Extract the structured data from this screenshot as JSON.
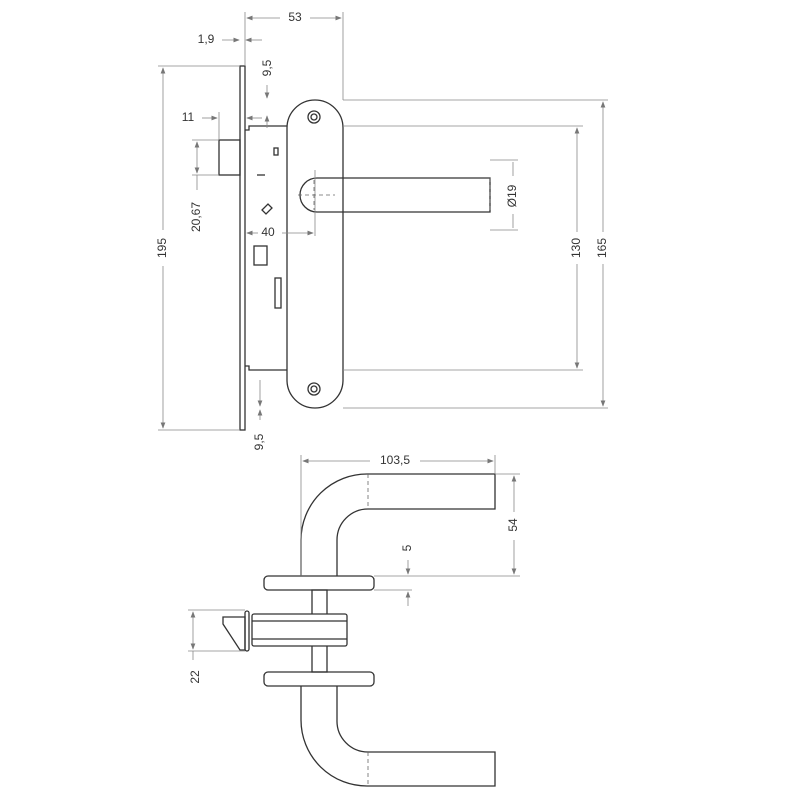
{
  "dimensions": {
    "backset": "53",
    "faceplate_thickness": "1,9",
    "top_screw_offset": "9,5",
    "bottom_screw_offset": "9,5",
    "latch_projection": "11",
    "latch_height": "20,67",
    "handle_axis": "40",
    "faceplate_length": "195",
    "handle_diameter": "Ø19",
    "screw_spacing": "130",
    "plate_length": "165",
    "lever_length": "103,5",
    "lever_height": "54",
    "rosette_thickness": "5",
    "lock_depth": "22"
  }
}
